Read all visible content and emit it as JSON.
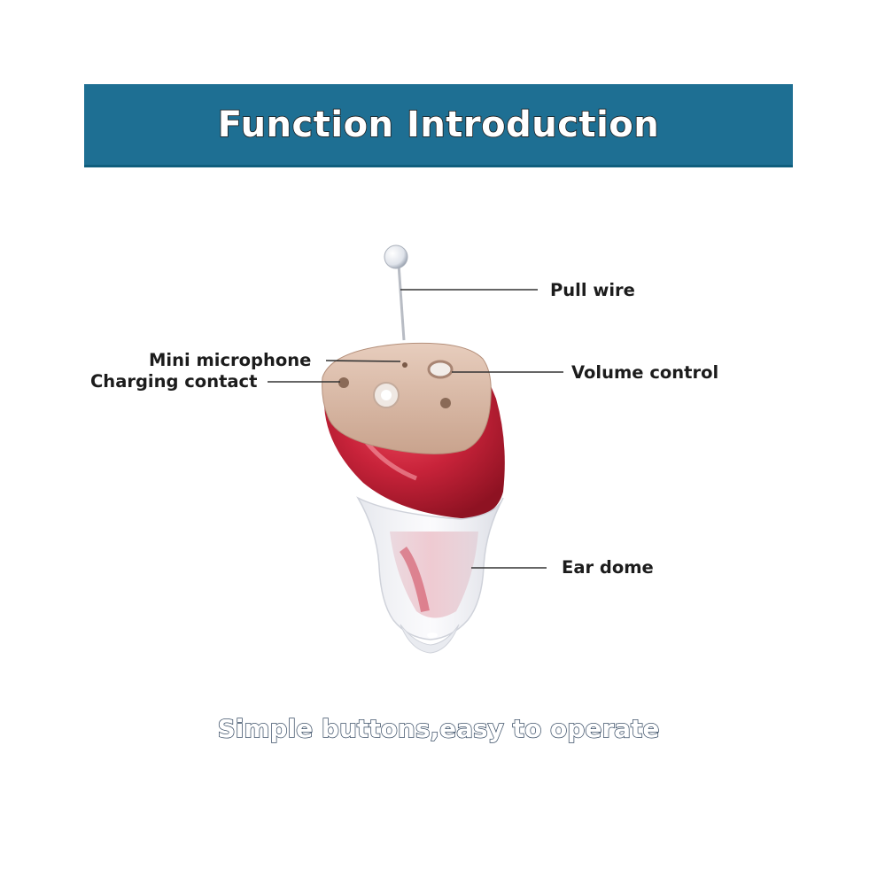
{
  "header": {
    "title": "Function Introduction",
    "background_color": "#1e6f93"
  },
  "callouts": {
    "pull_wire": "Pull wire",
    "mini_microphone": "Mini microphone",
    "charging_contact": "Charging contact",
    "volume_control": "Volume control",
    "ear_dome": "Ear dome"
  },
  "product": {
    "icon": "hearing-aid-image",
    "shell_color": "#c8233a",
    "faceplate_color": "#d6b5a2"
  },
  "footer": {
    "tagline": "Simple buttons,easy to operate"
  }
}
